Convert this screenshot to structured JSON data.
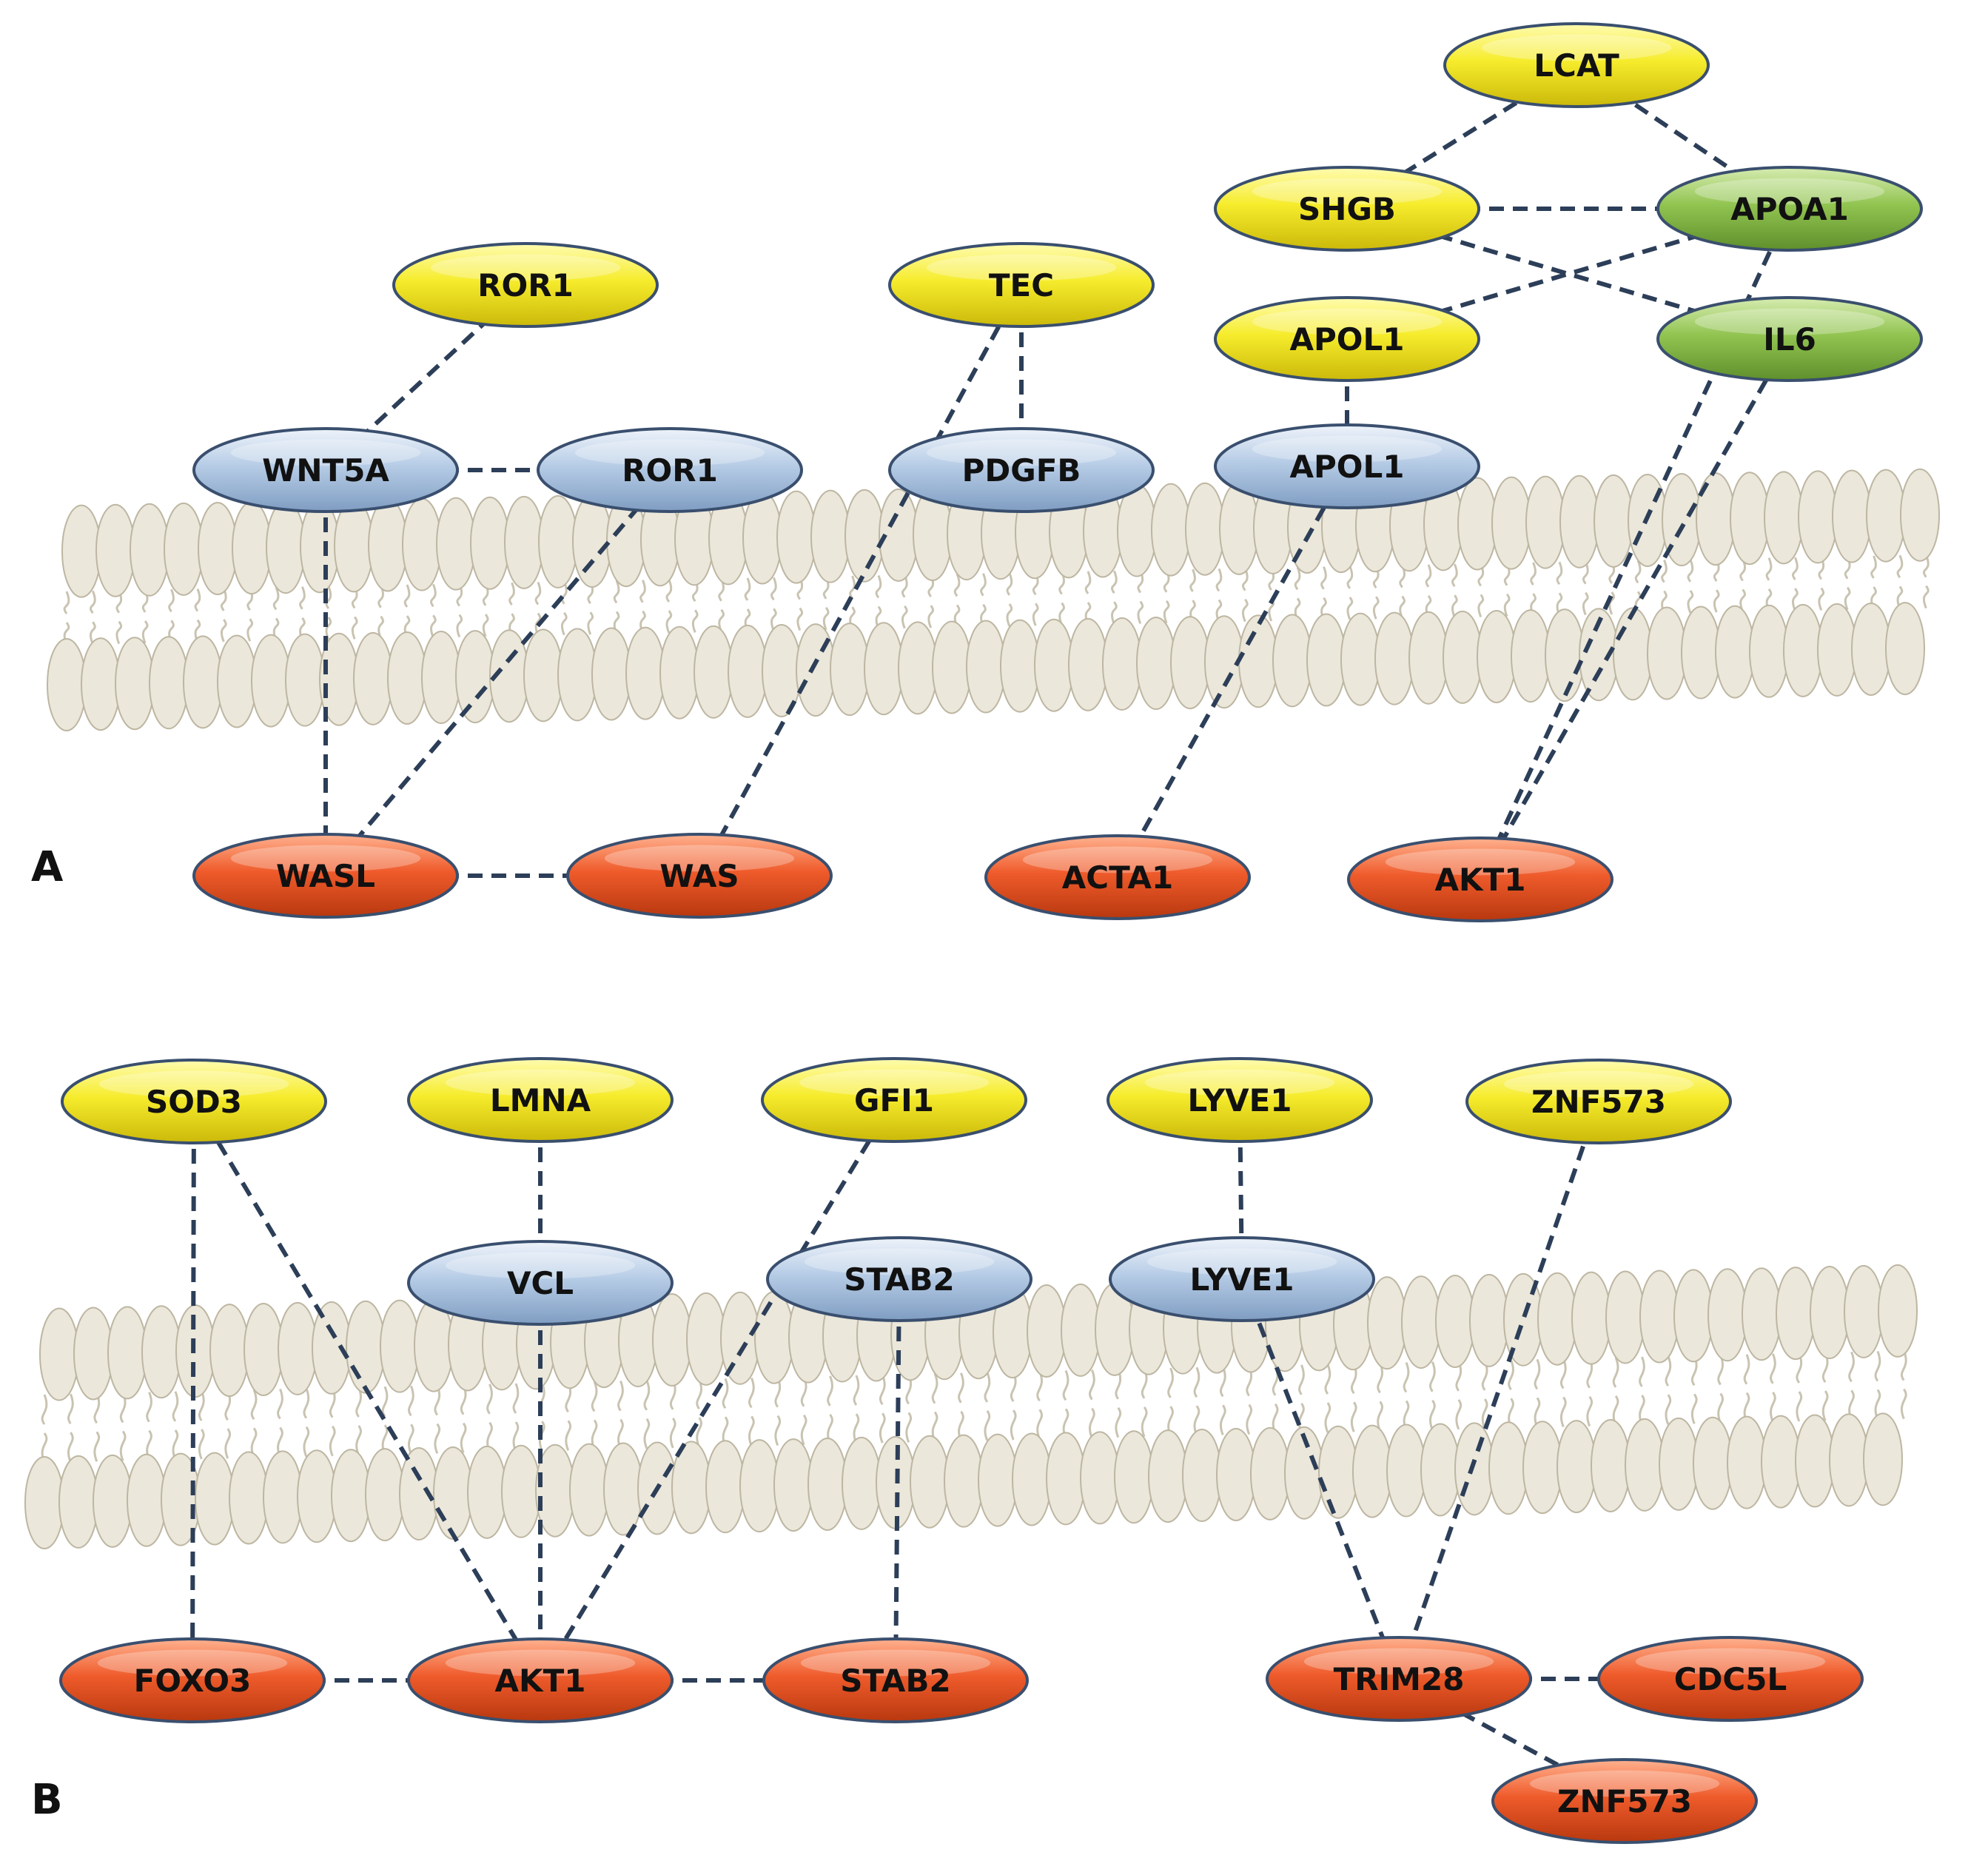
{
  "panels": [
    {
      "id": "A",
      "label": "A",
      "nodes": [
        {
          "id": "a_lcat",
          "label": "LCAT",
          "kind": "yellow"
        },
        {
          "id": "a_shgb",
          "label": "SHGB",
          "kind": "yellow"
        },
        {
          "id": "a_apoa1",
          "label": "APOA1",
          "kind": "green"
        },
        {
          "id": "a_ror1_top",
          "label": "ROR1",
          "kind": "yellow"
        },
        {
          "id": "a_tec",
          "label": "TEC",
          "kind": "yellow"
        },
        {
          "id": "a_apol1_top",
          "label": "APOL1",
          "kind": "yellow"
        },
        {
          "id": "a_il6",
          "label": "IL6",
          "kind": "green"
        },
        {
          "id": "a_wnt5a",
          "label": "WNT5A",
          "kind": "blue"
        },
        {
          "id": "a_ror1_mem",
          "label": "ROR1",
          "kind": "blue"
        },
        {
          "id": "a_pdgfb",
          "label": "PDGFB",
          "kind": "blue"
        },
        {
          "id": "a_apol1_mem",
          "label": "APOL1",
          "kind": "blue"
        },
        {
          "id": "a_wasl",
          "label": "WASL",
          "kind": "red"
        },
        {
          "id": "a_was",
          "label": "WAS",
          "kind": "red"
        },
        {
          "id": "a_acta1",
          "label": "ACTA1",
          "kind": "red"
        },
        {
          "id": "a_akt1",
          "label": "AKT1",
          "kind": "red"
        }
      ],
      "edges": [
        [
          "a_lcat",
          "a_shgb"
        ],
        [
          "a_lcat",
          "a_apoa1"
        ],
        [
          "a_shgb",
          "a_apoa1"
        ],
        [
          "a_shgb",
          "a_il6"
        ],
        [
          "a_apol1_top",
          "a_apoa1"
        ],
        [
          "a_apol1_top",
          "a_apol1_mem"
        ],
        [
          "a_apoa1",
          "a_akt1"
        ],
        [
          "a_il6",
          "a_akt1"
        ],
        [
          "a_ror1_top",
          "a_wnt5a"
        ],
        [
          "a_wnt5a",
          "a_ror1_mem"
        ],
        [
          "a_wnt5a",
          "a_wasl"
        ],
        [
          "a_ror1_mem",
          "a_wasl"
        ],
        [
          "a_tec",
          "a_pdgfb"
        ],
        [
          "a_tec",
          "a_was"
        ],
        [
          "a_wasl",
          "a_was"
        ],
        [
          "a_apol1_mem",
          "a_acta1"
        ]
      ]
    },
    {
      "id": "B",
      "label": "B",
      "nodes": [
        {
          "id": "b_sod3",
          "label": "SOD3",
          "kind": "yellow"
        },
        {
          "id": "b_lmna",
          "label": "LMNA",
          "kind": "yellow"
        },
        {
          "id": "b_gfi1",
          "label": "GFI1",
          "kind": "yellow"
        },
        {
          "id": "b_lyve1_top",
          "label": "LYVE1",
          "kind": "yellow"
        },
        {
          "id": "b_znf573_top",
          "label": "ZNF573",
          "kind": "yellow"
        },
        {
          "id": "b_vcl",
          "label": "VCL",
          "kind": "blue"
        },
        {
          "id": "b_stab2_mem",
          "label": "STAB2",
          "kind": "blue"
        },
        {
          "id": "b_lyve1_mem",
          "label": "LYVE1",
          "kind": "blue"
        },
        {
          "id": "b_foxo3",
          "label": "FOXO3",
          "kind": "red"
        },
        {
          "id": "b_akt1",
          "label": "AKT1",
          "kind": "red"
        },
        {
          "id": "b_stab2_bot",
          "label": "STAB2",
          "kind": "red"
        },
        {
          "id": "b_trim28",
          "label": "TRIM28",
          "kind": "red"
        },
        {
          "id": "b_cdc5l",
          "label": "CDC5L",
          "kind": "red"
        },
        {
          "id": "b_znf573_bot",
          "label": "ZNF573",
          "kind": "red"
        }
      ],
      "edges": [
        [
          "b_sod3",
          "b_foxo3"
        ],
        [
          "b_sod3",
          "b_akt1"
        ],
        [
          "b_lmna",
          "b_vcl"
        ],
        [
          "b_vcl",
          "b_akt1"
        ],
        [
          "b_gfi1",
          "b_akt1"
        ],
        [
          "b_stab2_mem",
          "b_stab2_bot"
        ],
        [
          "b_foxo3",
          "b_akt1"
        ],
        [
          "b_akt1",
          "b_stab2_bot"
        ],
        [
          "b_lyve1_top",
          "b_lyve1_mem"
        ],
        [
          "b_lyve1_mem",
          "b_trim28"
        ],
        [
          "b_znf573_top",
          "b_trim28"
        ],
        [
          "b_trim28",
          "b_cdc5l"
        ],
        [
          "b_trim28",
          "b_znf573_bot"
        ]
      ]
    }
  ],
  "colors": {
    "yellow": "#f3e71a",
    "green": "#8cbf4b",
    "blue": "#b3c9e3",
    "red": "#ee5a2a",
    "edge": "#2c3e58",
    "membrane": "#ebe7da"
  }
}
